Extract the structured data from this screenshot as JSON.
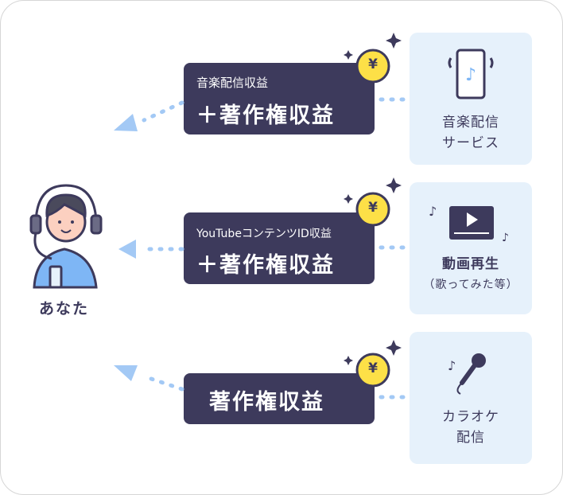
{
  "person": {
    "label": "あなた"
  },
  "rows": [
    {
      "source": [
        "音楽配信",
        "サービス"
      ],
      "revenue_top": "音楽配信収益",
      "revenue_main": "＋著作権収益",
      "icon": "smartphone-music-icon"
    },
    {
      "source": [
        "動画再生",
        "（歌ってみた等）"
      ],
      "revenue_top": "YouTubeコンテンツID収益",
      "revenue_main": "＋著作権収益",
      "icon": "video-player-icon"
    },
    {
      "source": [
        "カラオケ",
        "配信"
      ],
      "revenue_top": "",
      "revenue_main": "著作権収益",
      "icon": "microphone-icon"
    }
  ],
  "coin_symbol": "¥",
  "colors": {
    "navy": "#3d3a5c",
    "panel": "#e6f1fb",
    "arrow": "#a3c9f5",
    "coin": "#fde047"
  }
}
